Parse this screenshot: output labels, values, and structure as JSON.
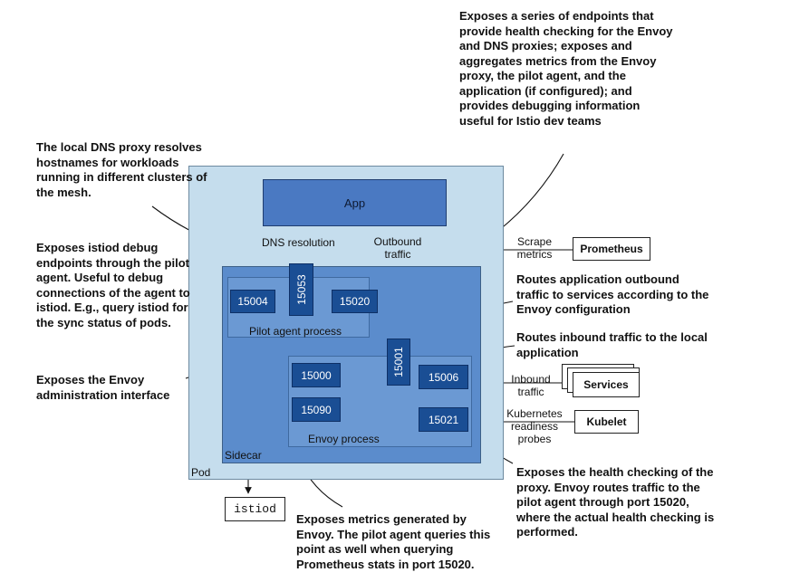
{
  "labels": {
    "pod": "Pod",
    "sidecar": "Sidecar",
    "pilot_agent_process": "Pilot agent process",
    "envoy_process": "Envoy process",
    "app": "App",
    "dns_resolution": "DNS resolution",
    "outbound_traffic": "Outbound traffic",
    "scrape_metrics": "Scrape metrics",
    "inbound_traffic": "Inbound traffic",
    "kubernetes_readiness_probes": "Kubernetes readiness probes"
  },
  "ports": {
    "p15053": "15053",
    "p15004": "15004",
    "p15020": "15020",
    "p15001": "15001",
    "p15000": "15000",
    "p15006": "15006",
    "p15090": "15090",
    "p15021": "15021"
  },
  "external": {
    "prometheus": "Prometheus",
    "services": "Services",
    "kubelet": "Kubelet",
    "istiod": "istiod"
  },
  "annotations": {
    "health_metrics": "Exposes a series of endpoints that provide health checking for the Envoy and DNS proxies; exposes and aggregates metrics from the Envoy proxy, the pilot agent, and the application (if configured); and provides debugging information useful for Istio dev teams",
    "dns_proxy": "The local DNS proxy resolves hostnames for workloads running in different clusters of the mesh.",
    "istiod_debug": "Exposes istiod debug endpoints through the pilot agent. Useful to debug connections of the agent to istiod. E.g., query istiod for the sync status of pods.",
    "envoy_admin": "Exposes the Envoy administration interface",
    "outbound_routing": "Routes application outbound traffic to services according to the Envoy configuration",
    "inbound_routing": "Routes inbound traffic to the local application",
    "health_check": "Exposes the health checking of the proxy. Envoy routes traffic to the pilot agent through port 15020, where the actual health checking is performed.",
    "envoy_metrics": "Exposes metrics generated by Envoy. The pilot agent queries this point as well when querying Prometheus stats in port 15020."
  },
  "colors": {
    "pod_fill": "#c5dded",
    "sidecar_fill": "#5b8ccc",
    "process_fill": "#6b99d3",
    "app_fill": "#4a79c2",
    "port_fill": "#1a4e94"
  }
}
